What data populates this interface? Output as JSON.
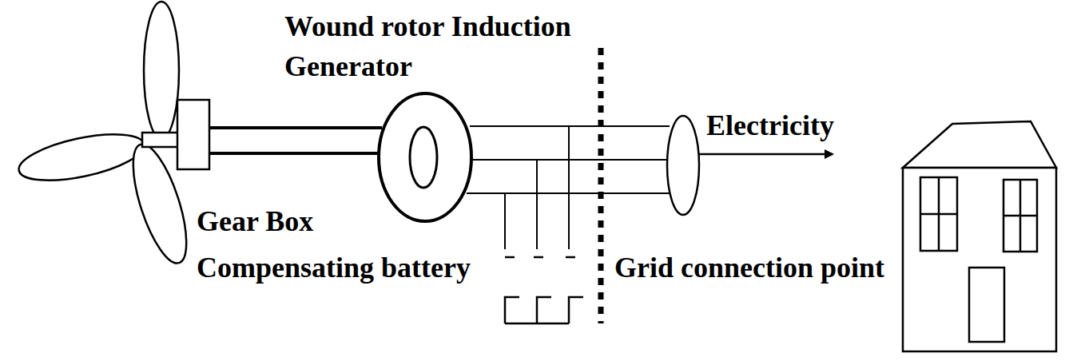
{
  "diagram": {
    "labels": [
      "Wound rotor Induction Generator",
      "Gear Box",
      "Compensating battery",
      "Grid connection point",
      "Electricity"
    ]
  }
}
